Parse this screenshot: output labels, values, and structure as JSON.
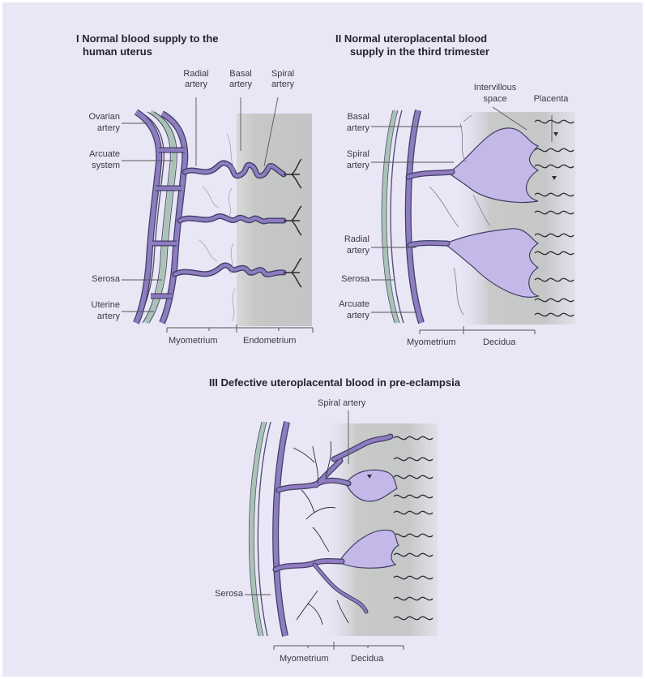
{
  "colors": {
    "background": "#e9e6f6",
    "vessel": "#8f7cc0",
    "vessel_stroke": "#3f3f66",
    "lumen": "#c4b8e8",
    "decidua_shade": "#c7c9c8",
    "serosa": "#a9c3b4"
  },
  "panel1": {
    "title_line1": "I Normal blood supply to the",
    "title_line2": "human uterus",
    "labels": {
      "radial_artery_1": "Radial",
      "radial_artery_2": "artery",
      "basal_artery_1": "Basal",
      "basal_artery_2": "artery",
      "spiral_artery_1": "Spiral",
      "spiral_artery_2": "artery",
      "ovarian_artery_1": "Ovarian",
      "ovarian_artery_2": "artery",
      "arcuate_system_1": "Arcuate",
      "arcuate_system_2": "system",
      "serosa": "Serosa",
      "uterine_artery_1": "Uterine",
      "uterine_artery_2": "artery",
      "myometrium": "Myometrium",
      "endometrium": "Endometrium"
    }
  },
  "panel2": {
    "title_line1": "II Normal uteroplacental blood",
    "title_line2": "supply in the third trimester",
    "labels": {
      "intervillous_space_1": "Intervillous",
      "intervillous_space_2": "space",
      "placenta": "Placenta",
      "basal_artery_1": "Basal",
      "basal_artery_2": "artery",
      "spiral_artery_1": "Spiral",
      "spiral_artery_2": "artery",
      "radial_artery_1": "Radial",
      "radial_artery_2": "artery",
      "serosa": "Serosa",
      "arcuate_artery_1": "Arcuate",
      "arcuate_artery_2": "artery",
      "myometrium": "Myometrium",
      "decidua": "Decidua"
    }
  },
  "panel3": {
    "title": "III Defective uteroplacental blood in pre-eclampsia",
    "labels": {
      "spiral_artery": "Spiral artery",
      "serosa": "Serosa",
      "myometrium": "Myometrium",
      "decidua": "Decidua"
    }
  }
}
